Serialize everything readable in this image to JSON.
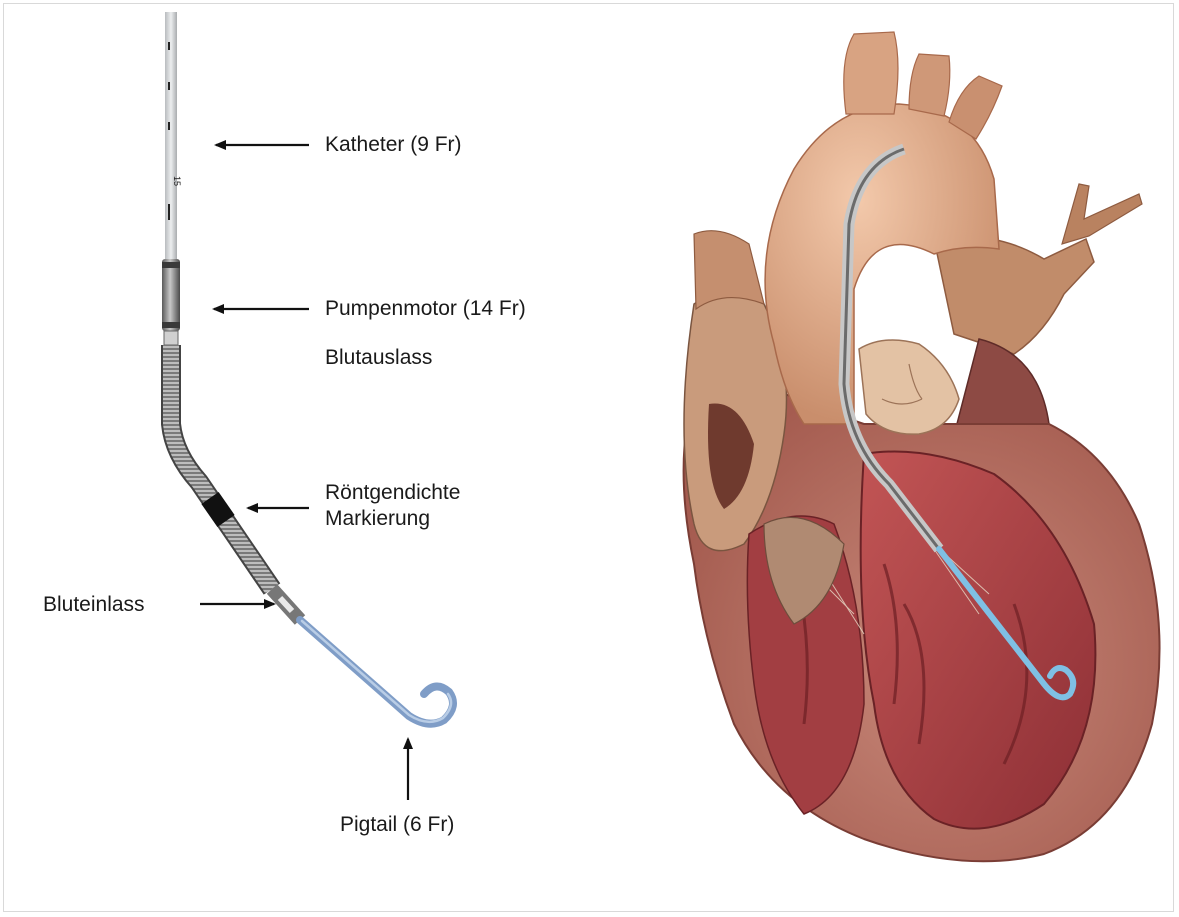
{
  "labels": {
    "katheter": "Katheter (9 Fr)",
    "pumpenmotor": "Pumpenmotor (14 Fr)",
    "blutauslass": "Blutauslass",
    "roentgen_line1": "Röntgendichte",
    "roentgen_line2": "Markierung",
    "bluteinlass": "Bluteinlass",
    "pigtail": "Pigtail (6 Fr)"
  },
  "catheter_print": {
    "marking": "15"
  },
  "colors": {
    "catheter_shaft": "#d4d6d8",
    "motor": "#8a8a8a",
    "coil": "#9a9a9a",
    "marker": "#1f1f1f",
    "pigtail": "#7f9dc7",
    "heart_wall": "#b5605a",
    "myocardium": "#9c3b3e",
    "aorta": "#e0ad8c",
    "atrium": "#c99b7c",
    "arrow": "#111111"
  }
}
